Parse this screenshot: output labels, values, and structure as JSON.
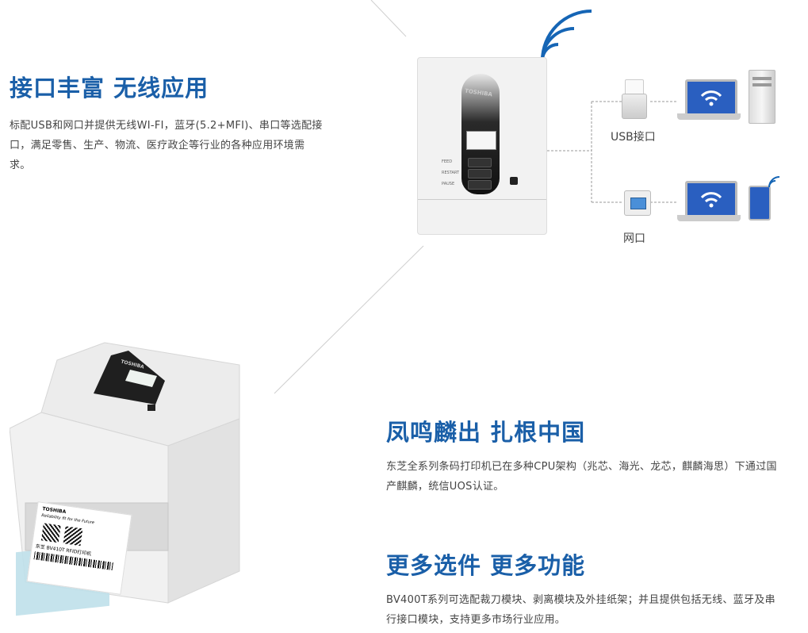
{
  "section_interfaces": {
    "title": "接口丰富  无线应用",
    "description": "标配USB和网口并提供无线WI-FI，蓝牙(5.2+MFI)、串口等选配接口，满足零售、生产、物流、医疗政企等行业的各种应用环境需求。"
  },
  "section_domestic": {
    "title": "凤鸣麟出  扎根中国",
    "description": "东芝全系列条码打印机已在多种CPU架构（兆芯、海光、龙芯，麒麟海思）下通过国产麒麟，统信UOS认证。"
  },
  "section_options": {
    "title": "更多选件  更多功能",
    "description": "BV400T系列可选配裁刀模块、剥离模块及外挂纸架；并且提供包括无线、蓝牙及串行接口模块，支持更多市场行业应用。"
  },
  "diagram": {
    "usb_label": "USB接口",
    "lan_label": "网口",
    "printer_brand": "TOSHIBA",
    "button_labels": [
      "FEED",
      "RESTART",
      "PAUSE"
    ],
    "colors": {
      "accent": "#1a5fa8",
      "wifi_arc": "#1565b5",
      "label_blue": "#bfe0ea"
    }
  },
  "label_sample": {
    "brand": "TOSHIBA",
    "tagline": "Reliability fit for the Future",
    "model_text": "东芝 BV410T RFID打印机"
  }
}
